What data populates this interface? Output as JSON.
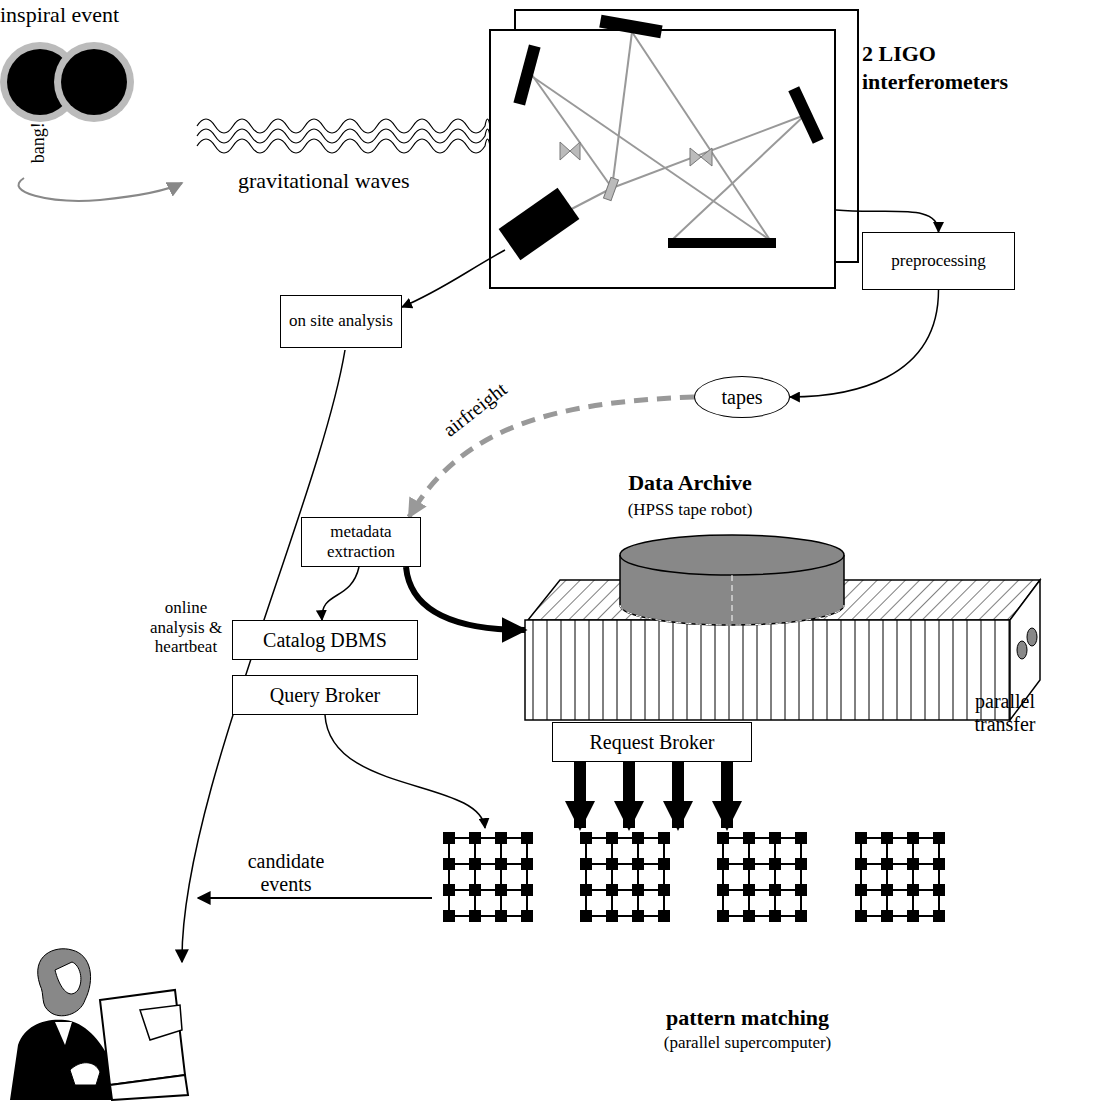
{
  "diagram": {
    "nodes": [
      {
        "text": [
          "inspiral event",
          "bang!"
        ]
      },
      {
        "text": [
          "2 LIGO interferometers"
        ]
      },
      {
        "text": [
          "on site analysis"
        ]
      },
      {
        "text": [
          "preprocessing"
        ]
      },
      {
        "text": [
          "tapes"
        ]
      },
      {
        "text": [
          "metadata extraction"
        ]
      },
      {
        "text": [
          "Data Archive",
          "(HPSS tape robot)"
        ]
      },
      {
        "text": [
          "Catalog DBMS"
        ]
      },
      {
        "text": [
          "Query Broker"
        ]
      },
      {
        "text": [
          "Request Broker"
        ]
      },
      {
        "text": [
          "pattern matching",
          "(parallel supercomputer)"
        ]
      }
    ],
    "edges": [
      {
        "from": 0,
        "to": 1,
        "label": "gravitational waves",
        "arrow": "none"
      },
      {
        "from": 1,
        "to": 2,
        "arrow": "to"
      },
      {
        "from": 1,
        "to": 3,
        "arrow": "to"
      },
      {
        "from": 3,
        "to": 4,
        "arrow": "to"
      },
      {
        "from": 4,
        "to": 5,
        "label": "airfreight",
        "arrow": "to"
      },
      {
        "from": 5,
        "to": 7,
        "arrow": "to"
      },
      {
        "from": 5,
        "to": 6,
        "arrow": "to"
      },
      {
        "from": 8,
        "to": 10,
        "arrow": "to"
      },
      {
        "from": 9,
        "to": 10,
        "label": "parallel transfer",
        "arrow": "to"
      }
    ],
    "labels": [
      "online analysis & heartbeat",
      "candidate events"
    ]
  }
}
